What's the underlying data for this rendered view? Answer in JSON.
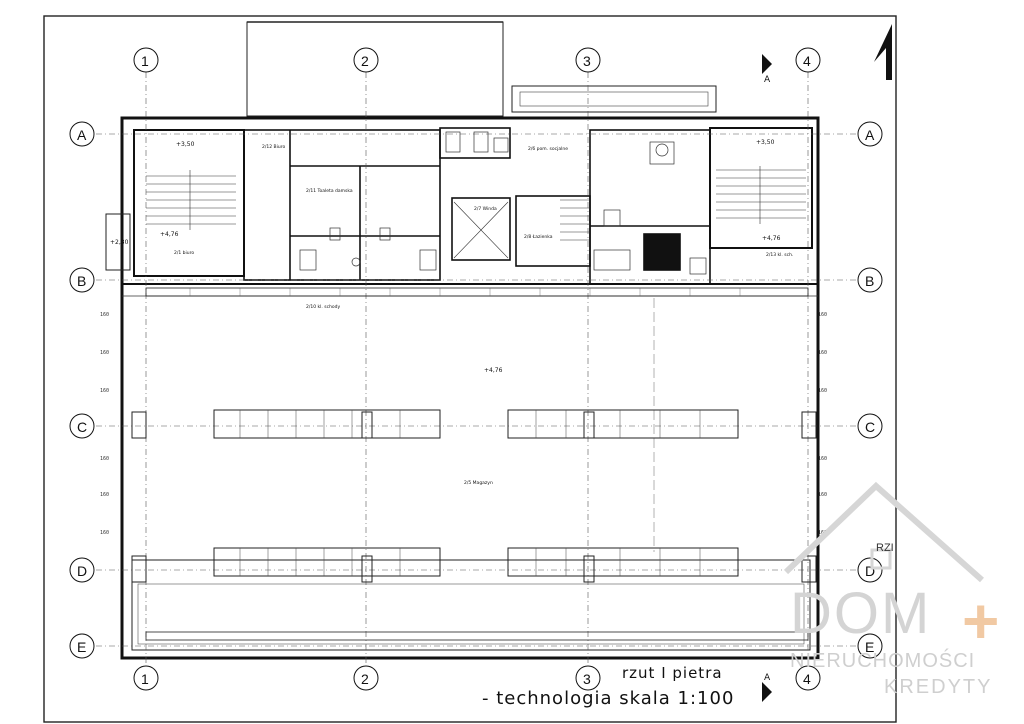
{
  "drawing": {
    "column_axes": [
      "1",
      "2",
      "3",
      "4"
    ],
    "row_axes": [
      "A",
      "B",
      "C",
      "D",
      "E"
    ],
    "levels": {
      "stair_left": "+3,50",
      "stair_right": "+3,50",
      "landing_left": "+4,76",
      "landing_right": "+4,76",
      "hall": "+4,76",
      "side_left": "+2,30"
    },
    "rooms": {
      "r1": "2/1 biuro",
      "r5": "2/5 Magazyn",
      "r6": "2/6 pom. socjalne",
      "r7": "2/7 Winda",
      "r8": "2/8 Łazienka",
      "r10": "2/10 kl. schody",
      "r11": "2/11 Toaleta damska",
      "r12": "2/12 Biuro",
      "r13": "2/13 kl. sch."
    },
    "caption_line1": "rzut I pietra",
    "caption_line2": "- technologia skala 1:100",
    "section_mark": "A"
  },
  "watermark": {
    "brand": "DOM",
    "plus": "+",
    "line1": "NIERUCHOMOŚCI",
    "line2": "KREDYTY",
    "corner": "RZI"
  }
}
